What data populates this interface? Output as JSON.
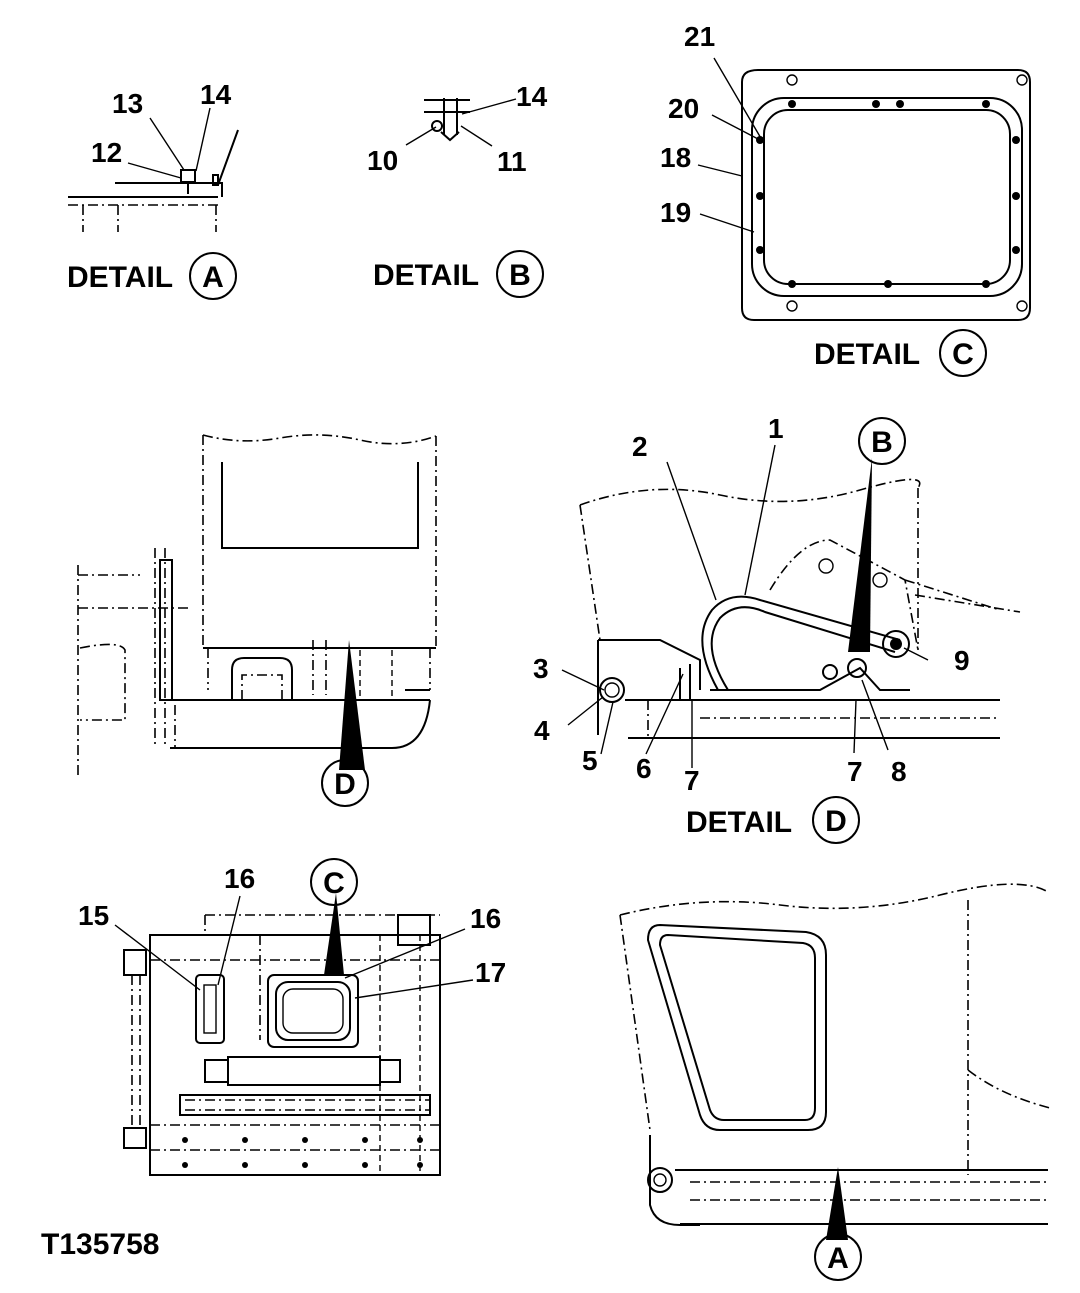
{
  "drawing_code": "T135758",
  "detail_word": "DETAIL",
  "detail_letters": {
    "a": "A",
    "b": "B",
    "c": "C",
    "d": "D"
  },
  "callouts": {
    "c1": "1",
    "c2": "2",
    "c3": "3",
    "c4": "4",
    "c5": "5",
    "c6": "6",
    "c7a": "7",
    "c7b": "7",
    "c8": "8",
    "c9": "9",
    "c10": "10",
    "c11": "11",
    "c12": "12",
    "c13": "13",
    "c14a": "14",
    "c14b": "14",
    "c15": "15",
    "c16a": "16",
    "c16b": "16",
    "c17": "17",
    "c18": "18",
    "c19": "19",
    "c20": "20",
    "c21": "21"
  }
}
